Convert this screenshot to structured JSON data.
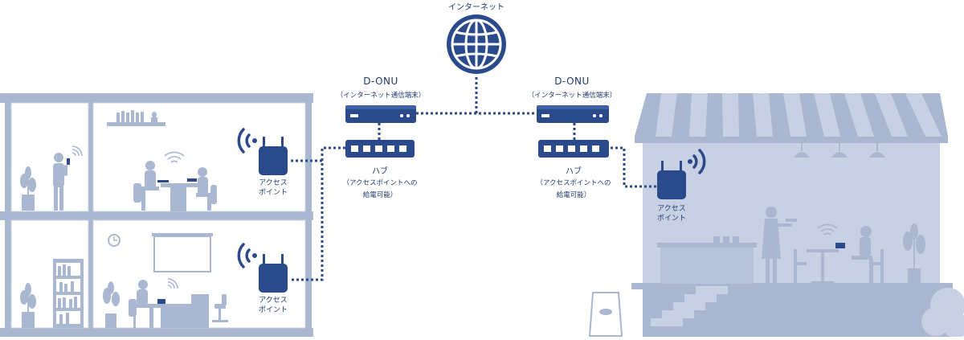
{
  "internet": {
    "label": "インターネット",
    "icon": "globe-icon"
  },
  "onu_left": {
    "title": "D-ONU",
    "subtitle": "（インターネット通信端末）"
  },
  "onu_right": {
    "title": "D-ONU",
    "subtitle": "（インターネット通信端末）"
  },
  "hub_left": {
    "title": "ハブ",
    "desc1": "（アクセスポイントへの",
    "desc2": "給電可能）"
  },
  "hub_right": {
    "title": "ハブ",
    "desc1": "（アクセスポイントへの",
    "desc2": "給電可能）"
  },
  "ap_home_upper": {
    "line1": "アクセス",
    "line2": "ポイント"
  },
  "ap_home_lower": {
    "line1": "アクセス",
    "line2": "ポイント"
  },
  "ap_shop": {
    "line1": "アクセス",
    "line2": "ポイント"
  },
  "colors": {
    "navy": "#2b4a8b",
    "dark_navy": "#1f3a6e",
    "scene": "#a9b7d1",
    "scene_light": "#c7d1e3",
    "line": "#2b4a8b"
  }
}
